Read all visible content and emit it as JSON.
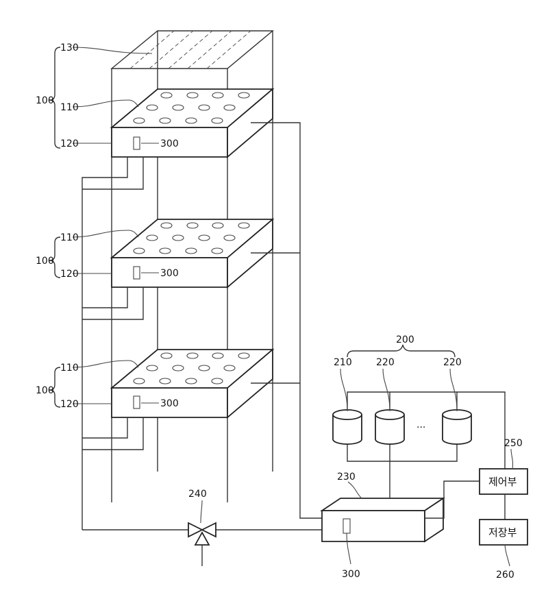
{
  "labels": {
    "cultivator_group": "100",
    "seed_tray": "110",
    "bed_unit": "120",
    "lighting": "130",
    "sensor": "300",
    "supply_group": "200",
    "tank_first": "210",
    "tank_second": "220",
    "tank_third": "220",
    "mixer": "230",
    "valve": "240",
    "controller": "250",
    "storage": "260",
    "ellipsis": "···"
  },
  "boxes": {
    "controller_text": "제어부",
    "storage_text": "저장부"
  },
  "colors": {
    "line": "#333333",
    "background": "#ffffff"
  }
}
